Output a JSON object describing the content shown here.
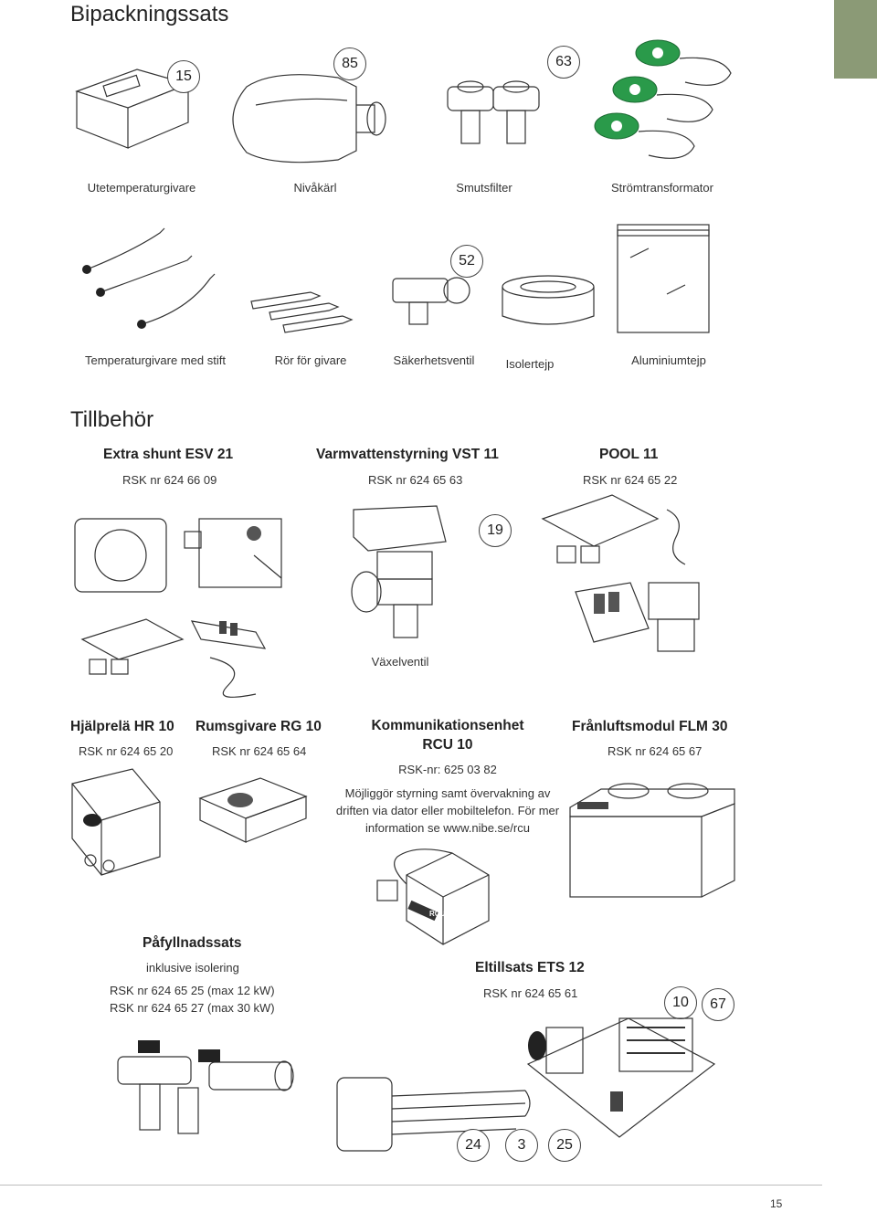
{
  "page": {
    "title": "Bipackningssats",
    "section2_title": "Tillbehör",
    "page_number": "15",
    "accent_color": "#8b9a76"
  },
  "kit_items": [
    {
      "label": "Utetemperaturgivare",
      "badge": "15"
    },
    {
      "label": "Nivåkärl",
      "badge": "85"
    },
    {
      "label": "Smutsfilter",
      "badge": "63"
    },
    {
      "label": "Strömtransformator",
      "badge": ""
    },
    {
      "label": "Temperaturgivare med stift",
      "badge": ""
    },
    {
      "label": "Rör för givare",
      "badge": ""
    },
    {
      "label": "Säkerhetsventil",
      "badge": "52"
    },
    {
      "label": "Isolertejp",
      "badge": ""
    },
    {
      "label": "Aluminiumtejp",
      "badge": ""
    }
  ],
  "accessories": {
    "esv": {
      "name": "Extra shunt ESV 21",
      "rsk": "RSK nr 624 66 09"
    },
    "vst": {
      "name": "Varmvattenstyrning VST 11",
      "rsk": "RSK nr 624 65 63",
      "badge": "19",
      "sub": "Växelventil"
    },
    "pool": {
      "name": "POOL 11",
      "rsk": "RSK nr 624 65 22"
    },
    "hr": {
      "name": "Hjälprelä HR 10",
      "rsk": "RSK nr 624 65 20"
    },
    "rg": {
      "name": "Rumsgivare RG 10",
      "rsk": "RSK nr 624 65 64"
    },
    "rcu": {
      "name_line1": "Kommunikationsenhet",
      "name_line2": "RCU 10",
      "rsk": "RSK-nr: 625 03 82",
      "desc1": "Möjliggör styrning samt övervakning av",
      "desc2": "driften via dator eller mobiltelefon. För mer",
      "desc3": "information se www.nibe.se/rcu",
      "label_on_device": "RCU"
    },
    "flm": {
      "name": "Frånluftsmodul FLM 30",
      "rsk": "RSK nr 624 65 67"
    },
    "fill": {
      "name": "Påfyllnadssats",
      "sub": "inklusive isolering",
      "rsk1": "RSK nr 624 65 25 (max 12 kW)",
      "rsk2": "RSK nr 624 65 27 (max 30 kW)"
    },
    "ets": {
      "name": "Eltillsats ETS 12",
      "rsk": "RSK nr 624 65 61",
      "badges": [
        "10",
        "67",
        "24",
        "3",
        "25"
      ]
    }
  }
}
